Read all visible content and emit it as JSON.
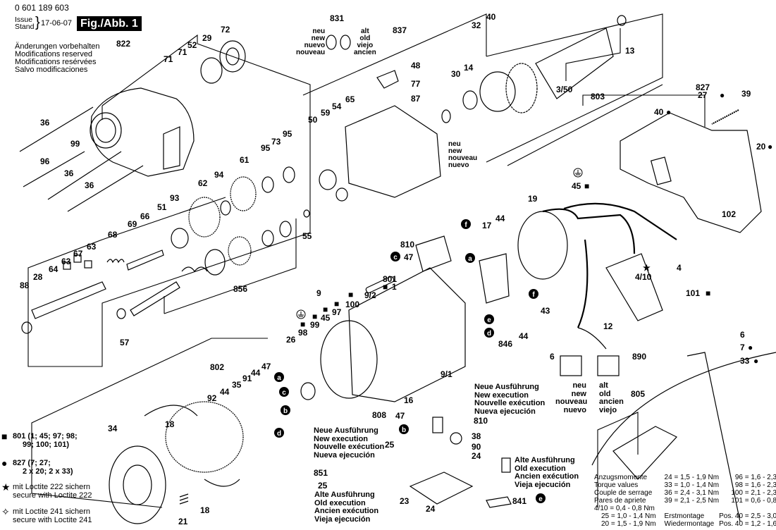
{
  "header": {
    "document_number": "0 601 189 603",
    "issue_label": [
      "Issue",
      "Stand"
    ],
    "issue_date": "17-06-07",
    "figure_label": "Fig./Abb. 1",
    "modifications_notice": [
      "Änderungen vorbehalten",
      "Modifications reserved",
      "Modifications resérvées",
      "Salvo modificaciones"
    ]
  },
  "legend": {
    "square_set": {
      "symbol": "■",
      "text": [
        "801 (1; 45; 97; 98;",
        "99; 100; 101)"
      ]
    },
    "circle_set": {
      "symbol": "●",
      "text": [
        "827 (7; 27;",
        "2 x 20; 2 x 33)"
      ]
    },
    "loctite_222": {
      "symbol": "★",
      "text": [
        "mit Loctite 222 sichern",
        "secure with Loctite 222"
      ]
    },
    "loctite_241": {
      "symbol": "✧",
      "text": [
        "mit Loctite 241 sichern",
        "secure with Loctite 241"
      ]
    }
  },
  "torque_table": {
    "headers": [
      "Anzugsmomente",
      "Torque values",
      "Couple de serrage",
      "Pares de apriete"
    ],
    "col1": [
      "24 = 1,5 - 1,9 Nm",
      "33 = 1,0 - 1,4 Nm",
      "36 = 2,4 - 3,1 Nm",
      "39 = 2,1 - 2,5 Nm"
    ],
    "col2": [
      "96 = 1,6 - 2,3 Nm",
      "98 = 1,6 - 2,3 Nm",
      "100 = 2,1 - 2,3 Nm",
      "101 = 0,6 - 0,8 Nm"
    ],
    "extra": [
      "4/10 = 0,4 - 0,8 Nm",
      "25 = 1,0 - 1,4 Nm",
      "20 = 1,5 - 1,9 Nm"
    ],
    "pos40": [
      "Erstmontage",
      "Pos. 40 = 2,5 - 3,0 Nm",
      "Wiedermontage",
      "Pos. 40 = 1,2 - 1,6 Nm"
    ]
  },
  "version_notes": {
    "new_execution": [
      "Neue Ausführung",
      "New execution",
      "Nouvelle exécution",
      "Nueva ejecución"
    ],
    "old_execution": [
      "Alte Ausführung",
      "Old execution",
      "Ancien exécution",
      "Vieja ejecución"
    ],
    "new_short_831": [
      "neu",
      "new",
      "nuevo",
      "nouveau"
    ],
    "old_short_831": [
      "alt",
      "old",
      "viejo",
      "ancien"
    ],
    "new_short_seal": [
      "neu",
      "new",
      "nouveau",
      "nuevo"
    ],
    "new_short_6": [
      "neu",
      "new",
      "nouveau",
      "nuevo"
    ],
    "old_short_890": [
      "alt",
      "old",
      "ancien",
      "viejo"
    ]
  },
  "callouts": {
    "c822": "822",
    "c71a": "71",
    "c71b": "71",
    "c52": "52",
    "c29": "29",
    "c72": "72",
    "c831": "831",
    "c837": "837",
    "c32": "32",
    "c40": "40",
    "c13": "13",
    "c48": "48",
    "c77": "77",
    "c87": "87",
    "c65": "65",
    "c54": "54",
    "c59": "59",
    "c50": "50",
    "c30": "30",
    "c14": "14",
    "c350": "3/50",
    "c803": "803",
    "c827": "827",
    "c27": "27",
    "c39": "39",
    "c40b": "40",
    "c20": "20",
    "c102": "102",
    "c36a": "36",
    "c99": "99",
    "c96": "96",
    "c36b": "36",
    "c36c": "36",
    "c95a": "95",
    "c73": "73",
    "c95b": "95",
    "c61": "61",
    "c94": "94",
    "c62": "62",
    "c93": "93",
    "c51": "51",
    "c66": "66",
    "c69": "69",
    "c68": "68",
    "c55": "55",
    "c63a": "63",
    "c67": "67",
    "c63b": "63",
    "c64": "64",
    "c28": "28",
    "c88": "88",
    "c856": "856",
    "c57": "57",
    "c45": "45",
    "c19": "19",
    "c44a": "44",
    "c17": "17",
    "c810a": "810",
    "c47a": "47",
    "c801": "801",
    "c1": "1",
    "c43": "43",
    "c846": "846",
    "c44b": "44",
    "c12": "12",
    "c4": "4",
    "c410": "4/10",
    "c101": "101",
    "c9": "9",
    "c92": "9/2",
    "c100": "100",
    "c97": "97",
    "c45b": "45",
    "c99b": "99",
    "c98": "98",
    "c26": "26",
    "c91": "9/1",
    "c808": "808",
    "c16": "16",
    "c47b": "47",
    "c810b": "810",
    "c25a": "25",
    "c38": "38",
    "c90": "90",
    "c24a": "24",
    "c851": "851",
    "c25b": "25",
    "c23": "23",
    "c24b": "24",
    "c841": "841",
    "c6a": "6",
    "c890": "890",
    "c6b": "6",
    "c7": "7",
    "c33": "33",
    "c805": "805",
    "c802": "802",
    "c44c": "44",
    "c92b": "92",
    "c35": "35",
    "c91b": "91",
    "c44d": "44",
    "c47c": "47",
    "c18a": "18",
    "c18b": "18",
    "c34": "34",
    "c21": "21",
    "la": "a",
    "lb": "b",
    "lc": "c",
    "ld": "d",
    "le": "e",
    "lf": "f"
  }
}
